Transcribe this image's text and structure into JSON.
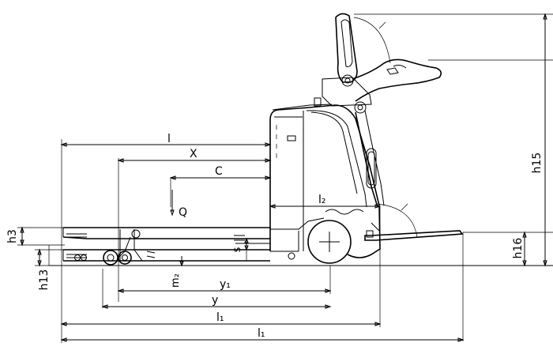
{
  "diagram": {
    "subject": "pallet truck side view with dimension lines",
    "labels": {
      "l": "l",
      "x": "X",
      "c": "C",
      "q": "Q",
      "l2": "l₂",
      "h3": "h3",
      "h13": "h13",
      "s": "s",
      "m2": "m₂",
      "y1": "y₁",
      "y": "y",
      "l1_inner": "l₁",
      "l1_outer": "l₁",
      "h15": "h15",
      "h16": "h16"
    }
  }
}
